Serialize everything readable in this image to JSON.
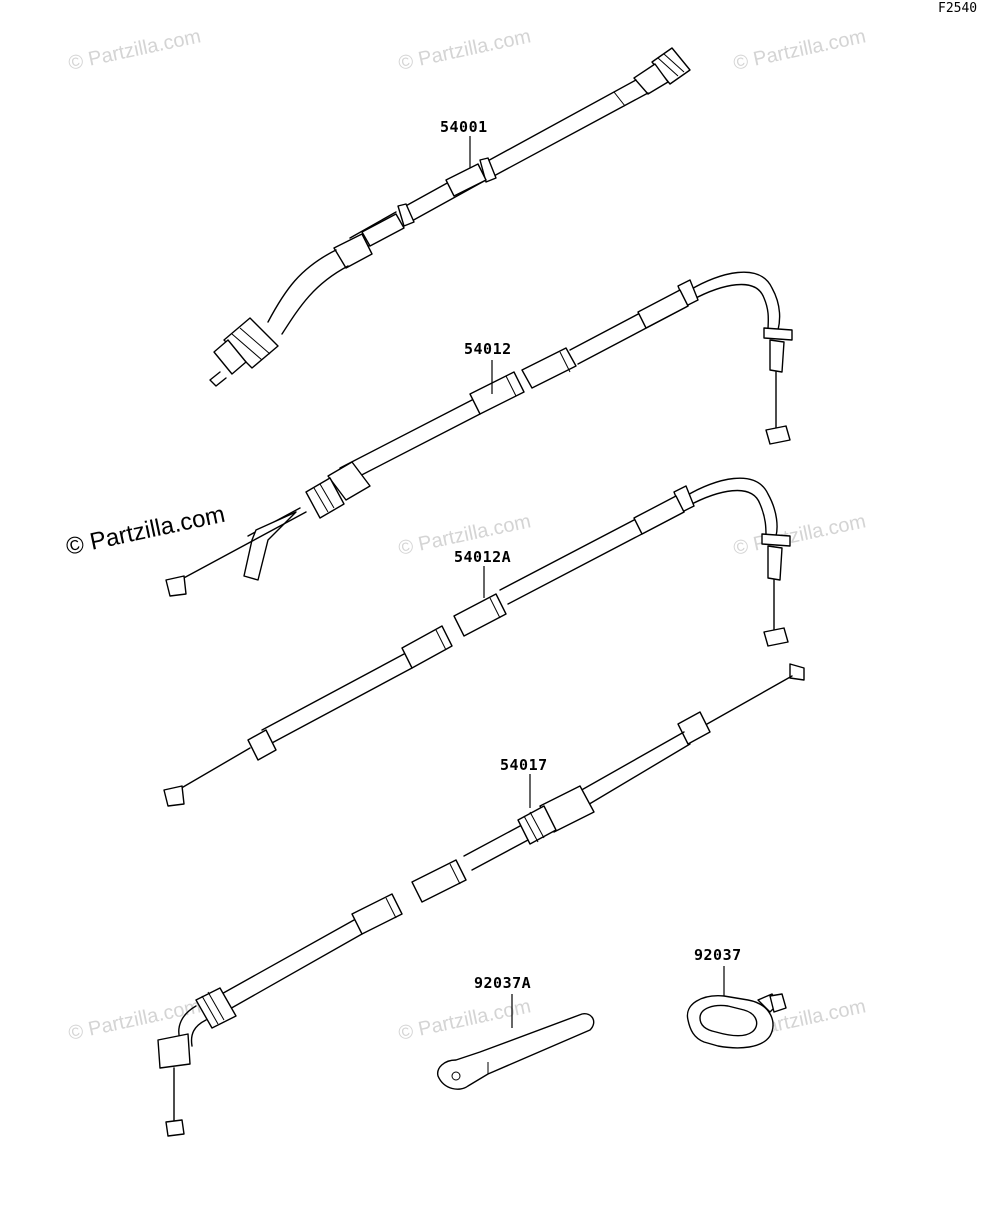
{
  "figure_code": "F2540",
  "watermark": {
    "small_text": "© Partzilla.com",
    "large_text": "© Partzilla.com"
  },
  "parts": [
    {
      "id": "p1",
      "number": "54001",
      "description": ""
    },
    {
      "id": "p2",
      "number": "54012",
      "description": ""
    },
    {
      "id": "p3",
      "number": "54012A",
      "description": ""
    },
    {
      "id": "p4",
      "number": "54017",
      "description": ""
    },
    {
      "id": "p5",
      "number": "92037A",
      "description": ""
    },
    {
      "id": "p6",
      "number": "92037",
      "description": ""
    }
  ],
  "colors": {
    "line": "#000000",
    "background": "#ffffff",
    "watermark": "#d4d4d4"
  }
}
